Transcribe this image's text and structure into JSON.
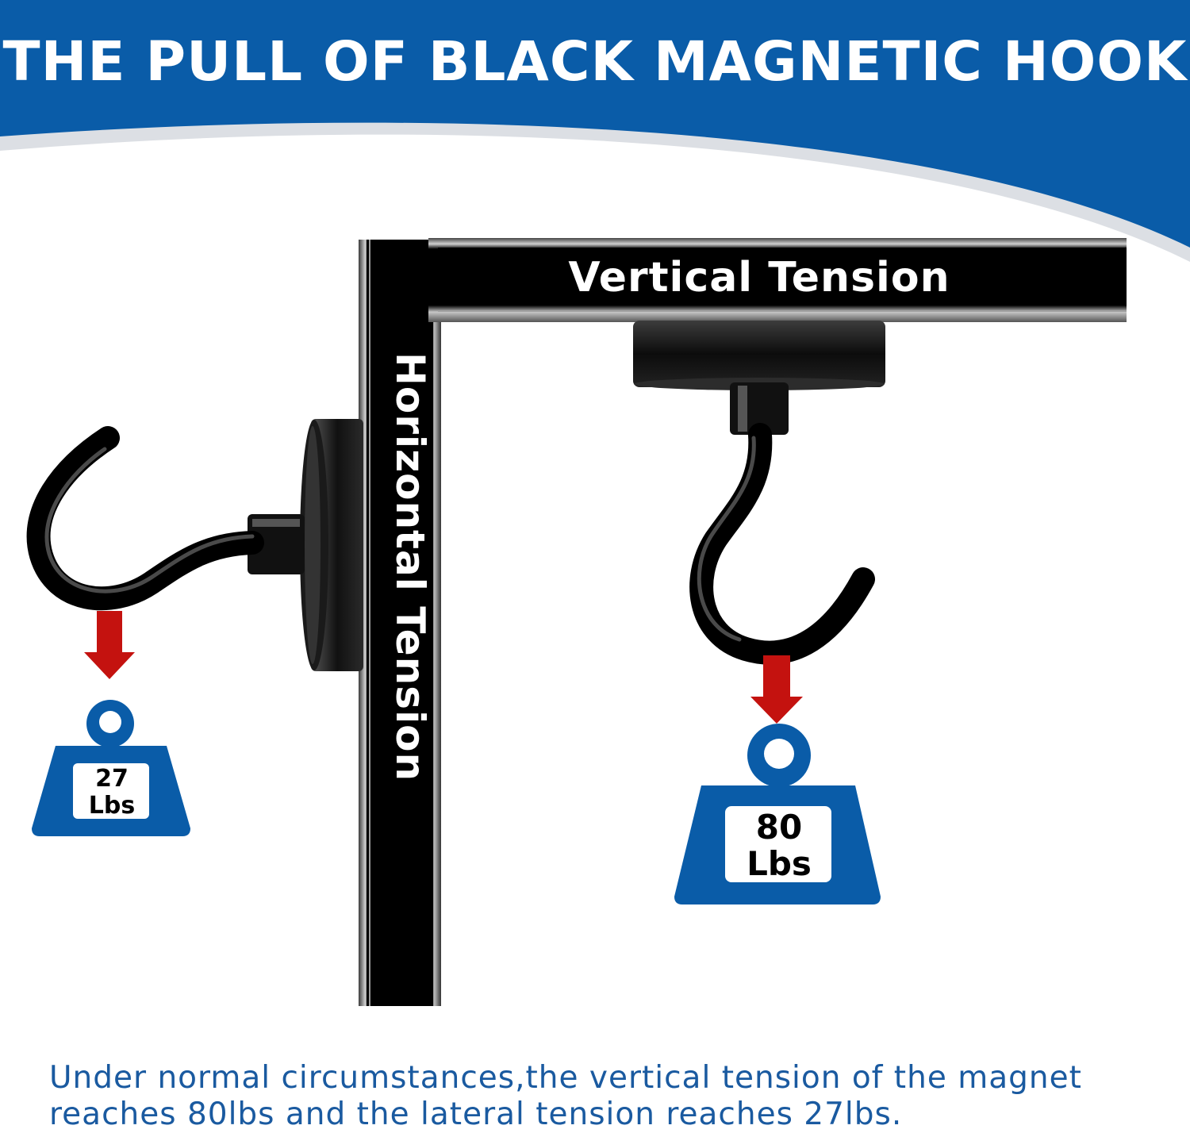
{
  "header": {
    "title": "THE PULL OF BLACK MAGNETIC HOOK"
  },
  "labels": {
    "vertical": "Vertical Tension",
    "horizontal": "Horizontal Tension"
  },
  "weights": {
    "left": {
      "value": "27",
      "unit": "Lbs"
    },
    "right": {
      "value": "80",
      "unit": "Lbs"
    }
  },
  "caption": {
    "line1": "Under normal circumstances,the vertical tension of the magnet",
    "line2": "reaches 80lbs and the lateral tension reaches 27lbs."
  },
  "colors": {
    "brand_blue": "#0a5ca8",
    "arrow_red": "#c4120f",
    "caption_blue": "#1a5aa0"
  }
}
